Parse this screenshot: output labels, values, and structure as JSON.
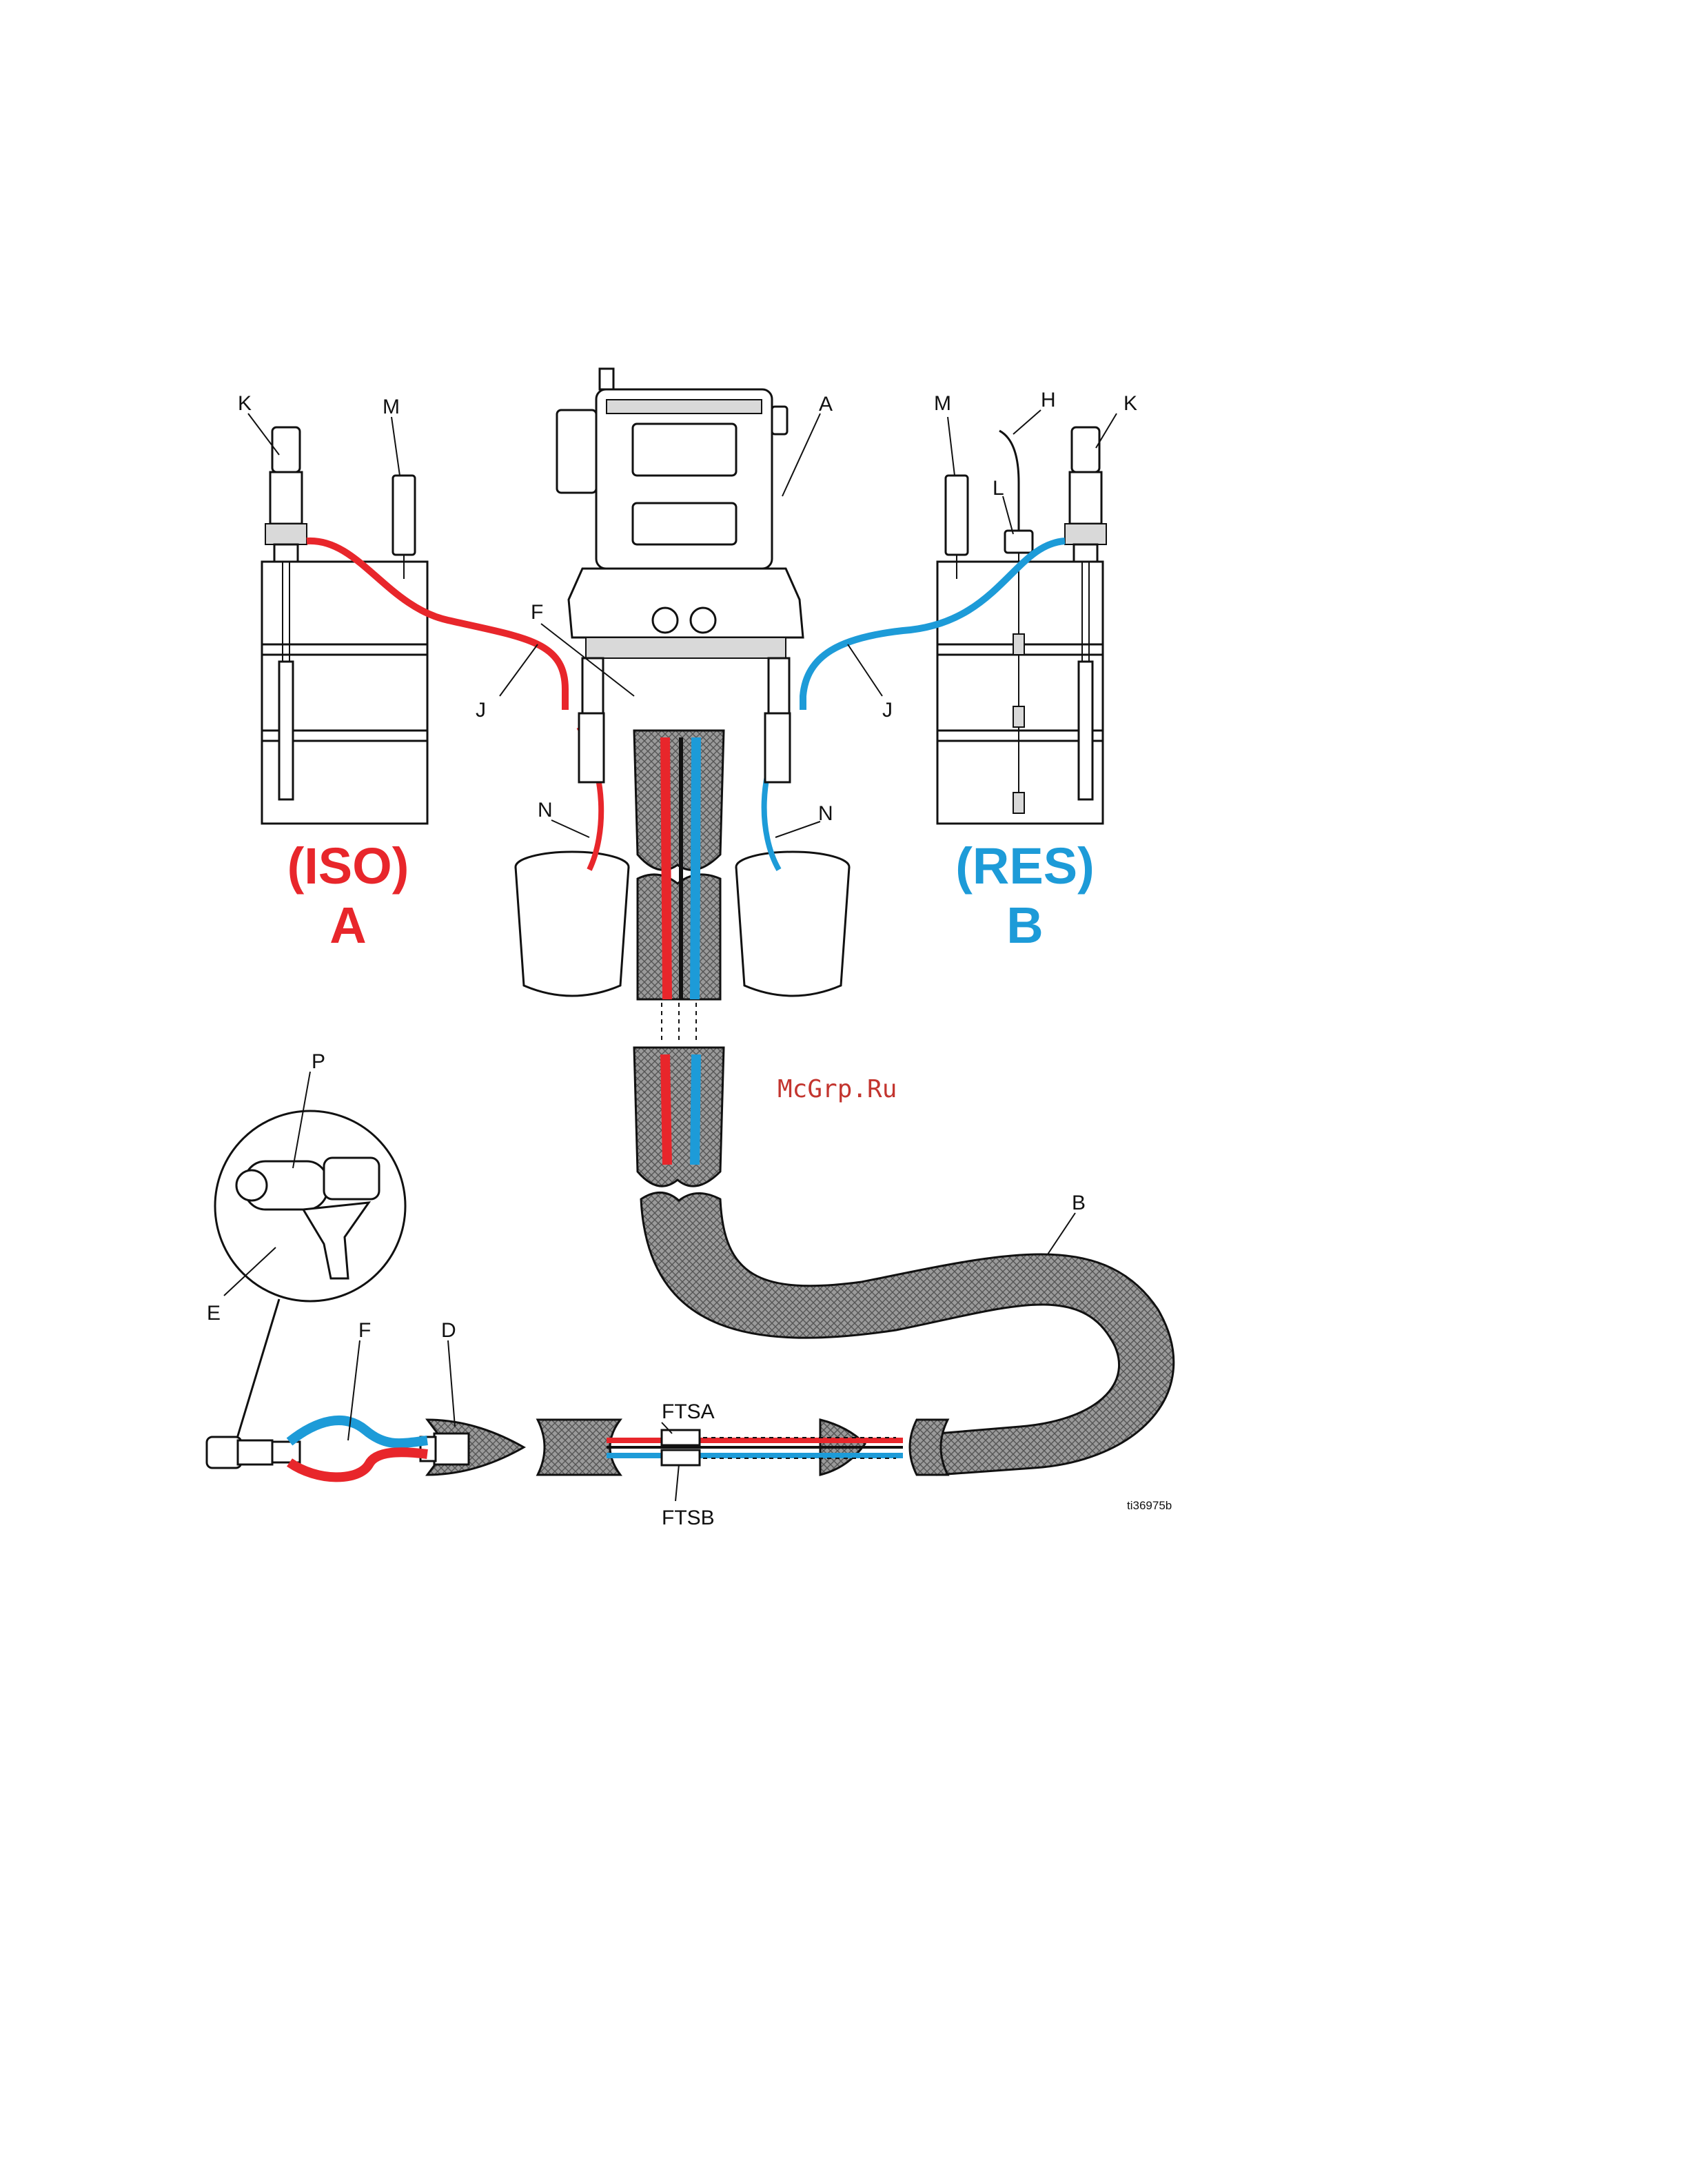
{
  "figure_id": "ti36975b",
  "watermark": "McGrp.Ru",
  "side_a": {
    "line1": "(ISO)",
    "line2": "A"
  },
  "side_b": {
    "line1": "(RES)",
    "line2": "B"
  },
  "callouts": {
    "A": "A",
    "B": "B",
    "D": "D",
    "E": "E",
    "F": "F",
    "H": "H",
    "J": "J",
    "K": "K",
    "L": "L",
    "M": "M",
    "N": "N",
    "P": "P",
    "FTSA": "FTSA",
    "FTSB": "FTSB"
  },
  "colors": {
    "iso": "#e8262b",
    "res": "#1d9bd8",
    "line": "#111111",
    "watermark": "#c3352f"
  }
}
